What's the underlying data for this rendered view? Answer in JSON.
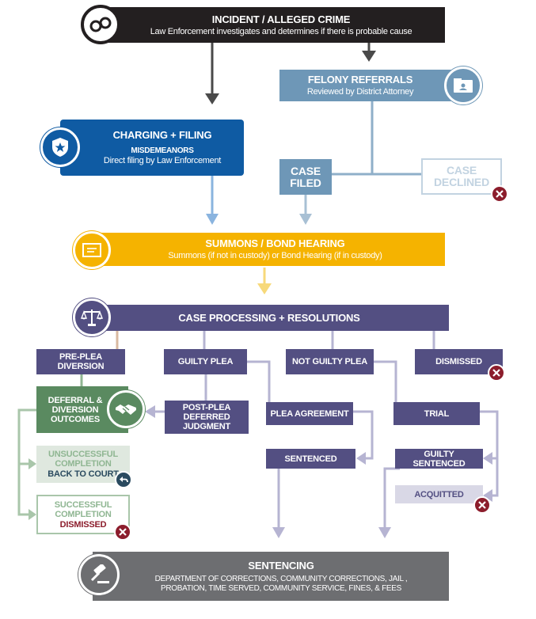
{
  "colors": {
    "dark": "#231f20",
    "steel": "#6e97b7",
    "blue": "#0f5ba3",
    "gold": "#f5b300",
    "purple": "#534f82",
    "green": "#5a8a60",
    "gray": "#6d6e71",
    "light_blue_line": "#8ab4df",
    "decline_red": "#8c1d2c"
  },
  "incident": {
    "title": "INCIDENT / ALLEGED CRIME",
    "subtitle": "Law Enforcement investigates and determines if there is probable cause",
    "icon": "handcuffs-icon"
  },
  "felony": {
    "title": "FELONY REFERRALS",
    "subtitle": "Reviewed by District Attorney",
    "icon": "id-folder-icon"
  },
  "charging": {
    "title": "CHARGING + FILING",
    "line1": "MISDEMEANORS",
    "line2": "Direct filing by Law Enforcement",
    "icon": "badge-star-icon"
  },
  "case_filed": {
    "line1": "CASE",
    "line2": "FILED"
  },
  "case_declined": {
    "line1": "CASE",
    "line2": "DECLINED"
  },
  "summons": {
    "title": "SUMMONS / BOND HEARING",
    "subtitle": "Summons (if not in custody) or Bond Hearing (if in custody)",
    "icon": "summons-document-icon"
  },
  "processing": {
    "title": "CASE PROCESSING + RESOLUTIONS",
    "icon": "scales-icon"
  },
  "pre_plea": {
    "line1": "PRE-PLEA",
    "line2": "DIVERSION"
  },
  "guilty_plea": {
    "label": "GUILTY PLEA"
  },
  "not_guilty_plea": {
    "label": "NOT GUILTY PLEA"
  },
  "dismissed": {
    "label": "DISMISSED"
  },
  "deferral": {
    "line1": "DEFERRAL &",
    "line2": "DIVERSION",
    "line3": "OUTCOMES",
    "icon": "handshake-icon"
  },
  "post_plea": {
    "line1": "POST-PLEA",
    "line2": "DEFERRED",
    "line3": "JUDGMENT"
  },
  "plea_agreement": {
    "label": "PLEA AGREEMENT"
  },
  "trial": {
    "label": "TRIAL"
  },
  "sentenced": {
    "label": "SENTENCED"
  },
  "guilty_sentenced": {
    "label": "GUILTY SENTENCED"
  },
  "unsuccessful": {
    "line1": "UNSUCCESSFUL",
    "line2": "COMPLETION",
    "line3": "BACK TO COURT"
  },
  "successful": {
    "line1": "SUCCESSFUL",
    "line2": "COMPLETION",
    "line3": "DISMISSED"
  },
  "acquitted": {
    "label": "ACQUITTED"
  },
  "sentencing": {
    "title": "SENTENCING",
    "line1": "DEPARTMENT OF CORRECTIONS, COMMUNITY CORRECTIONS, JAIL ,",
    "line2": "PROBATION, TIME SERVED, COMMUNITY SERVICE, FINES, & FEES",
    "icon": "gavel-icon"
  }
}
